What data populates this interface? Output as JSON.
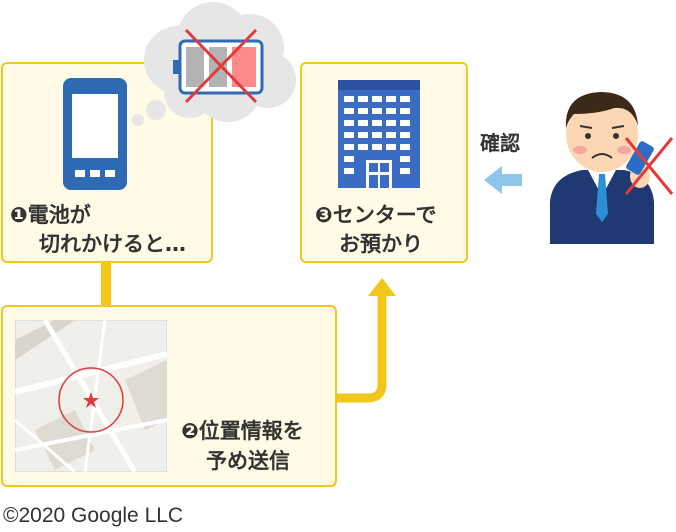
{
  "colors": {
    "accent": "#f2c71a",
    "box_fill": "#fffbe6",
    "phone_blue": "#2f6bb5",
    "building_blue": "#3a6cc6",
    "arrow_blue": "#8ec5ea",
    "cross_red": "#e23a3a",
    "suit_navy": "#1f3a73",
    "cloud_gray": "#e6e6e6"
  },
  "step1": {
    "marker": "❶",
    "line1": "電池が",
    "line2": "切れかけると…"
  },
  "step2": {
    "marker": "❷",
    "line1": "位置情報を",
    "line2": "予め送信"
  },
  "step3": {
    "marker": "❸",
    "line1": "センターで",
    "line2": "お預かり"
  },
  "confirm_label": "確認",
  "copyright": "©2020 Google LLC",
  "icons": {
    "phone": "smartphone-icon",
    "battery": "low-battery-crossed-icon",
    "building": "office-building-icon",
    "person": "worried-businessman-icon",
    "map": "map-location-icon"
  }
}
